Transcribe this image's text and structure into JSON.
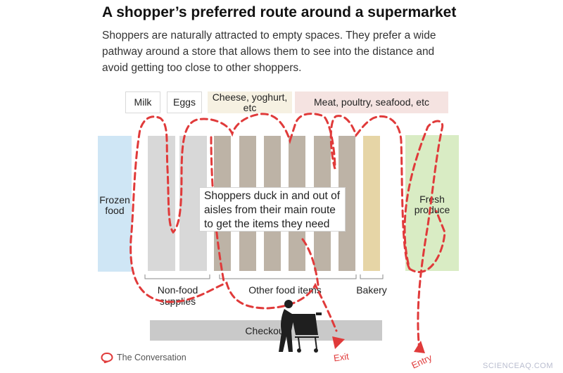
{
  "title": "A shopper’s preferred route around a supermarket",
  "subtitle": "Shoppers are naturally attracted to empty spaces. They prefer a wide pathway around a store that allows them to see into the distance and avoid getting too close to other shoppers.",
  "categories": {
    "milk": "Milk",
    "eggs": "Eggs",
    "cheese": "Cheese, yoghurt, etc",
    "meat": "Meat, poultry, seafood, etc"
  },
  "zones": {
    "frozen": "Frozen food",
    "fresh": "Fresh produce"
  },
  "groups": {
    "nonfood": "Non-food supplies",
    "otherfood": "Other food items",
    "bakery": "Bakery"
  },
  "callout": "Shoppers duck in and out of aisles from their main route to get the items they need",
  "checkout": "Checkout",
  "exit_label": "Exit",
  "entry_label": "Entry",
  "source": "The Conversation",
  "watermark": "SCIENCEAQ.COM",
  "colors": {
    "route": "#e03a3a",
    "frozen": "#cfe6f5",
    "fresh": "#d9ecc4",
    "aisle_nonfood": "#d8d8d8",
    "aisle_food": "#bdb3a6",
    "bakery": "#e6d5a6",
    "dairy": "#f6f1e2",
    "meat": "#f5e3e1"
  },
  "icons": [
    "shopper-with-cart-icon",
    "conversation-logo-icon"
  ]
}
